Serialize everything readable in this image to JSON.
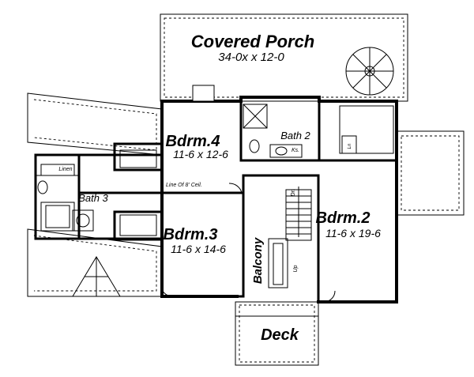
{
  "plan": {
    "covered_porch": {
      "name": "Covered Porch",
      "dims": "34-0x x 12-0"
    },
    "bdrm4": {
      "name": "Bdrm.4",
      "dims": "11-6 x 12-6"
    },
    "bdrm3": {
      "name": "Bdrm.3",
      "dims": "11-6 x 14-6"
    },
    "bdrm2": {
      "name": "Bdrm.2",
      "dims": "11-6 x 19-6"
    },
    "bath2": {
      "name": "Bath 2"
    },
    "bath3": {
      "name": "Bath 3"
    },
    "balcony": {
      "name": "Balcony"
    },
    "deck": {
      "name": "Deck"
    },
    "linen": "Linen",
    "ceiling_note": "Line Of 8' Ceil.",
    "ks": "Ks.",
    "ln": "Ln",
    "dn": "Dn",
    "up": "Up"
  }
}
